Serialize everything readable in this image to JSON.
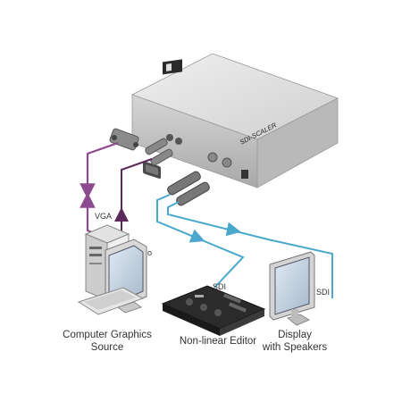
{
  "device": {
    "brand_text": "SDI-SCALER"
  },
  "cables": {
    "vga_label": "VGA",
    "audio_label": "Audio",
    "sdi_editor_label": "SDI",
    "sdi_display_label": "SDI",
    "vga_color": "#8e4a8e",
    "audio_color": "#5a2a5a",
    "sdi_color": "#4aa8cc"
  },
  "nodes": {
    "computer_line1": "Computer Graphics",
    "computer_line2": "Source",
    "editor_label": "Non-linear Editor",
    "display_line1": "Display",
    "display_line2": "with Speakers"
  }
}
